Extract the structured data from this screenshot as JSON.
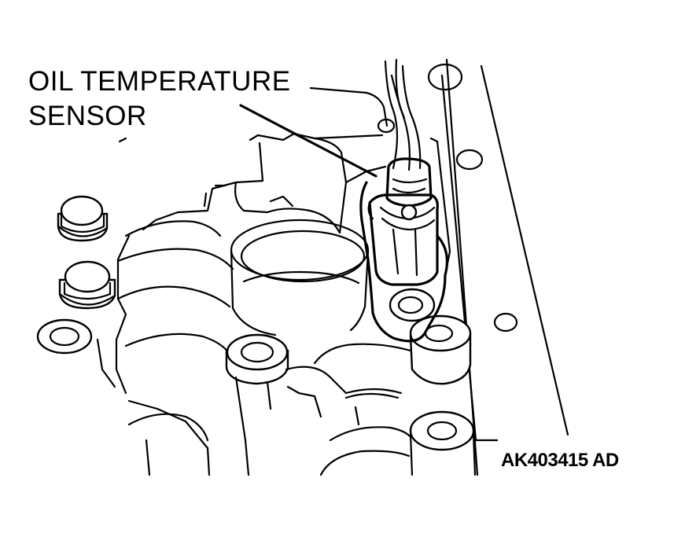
{
  "callout": {
    "label_line1": "OIL TEMPERATURE",
    "label_line2": "SENSOR"
  },
  "figure_id": "AK403415 AD",
  "colors": {
    "ink": "#000000",
    "paper": "#ffffff"
  }
}
